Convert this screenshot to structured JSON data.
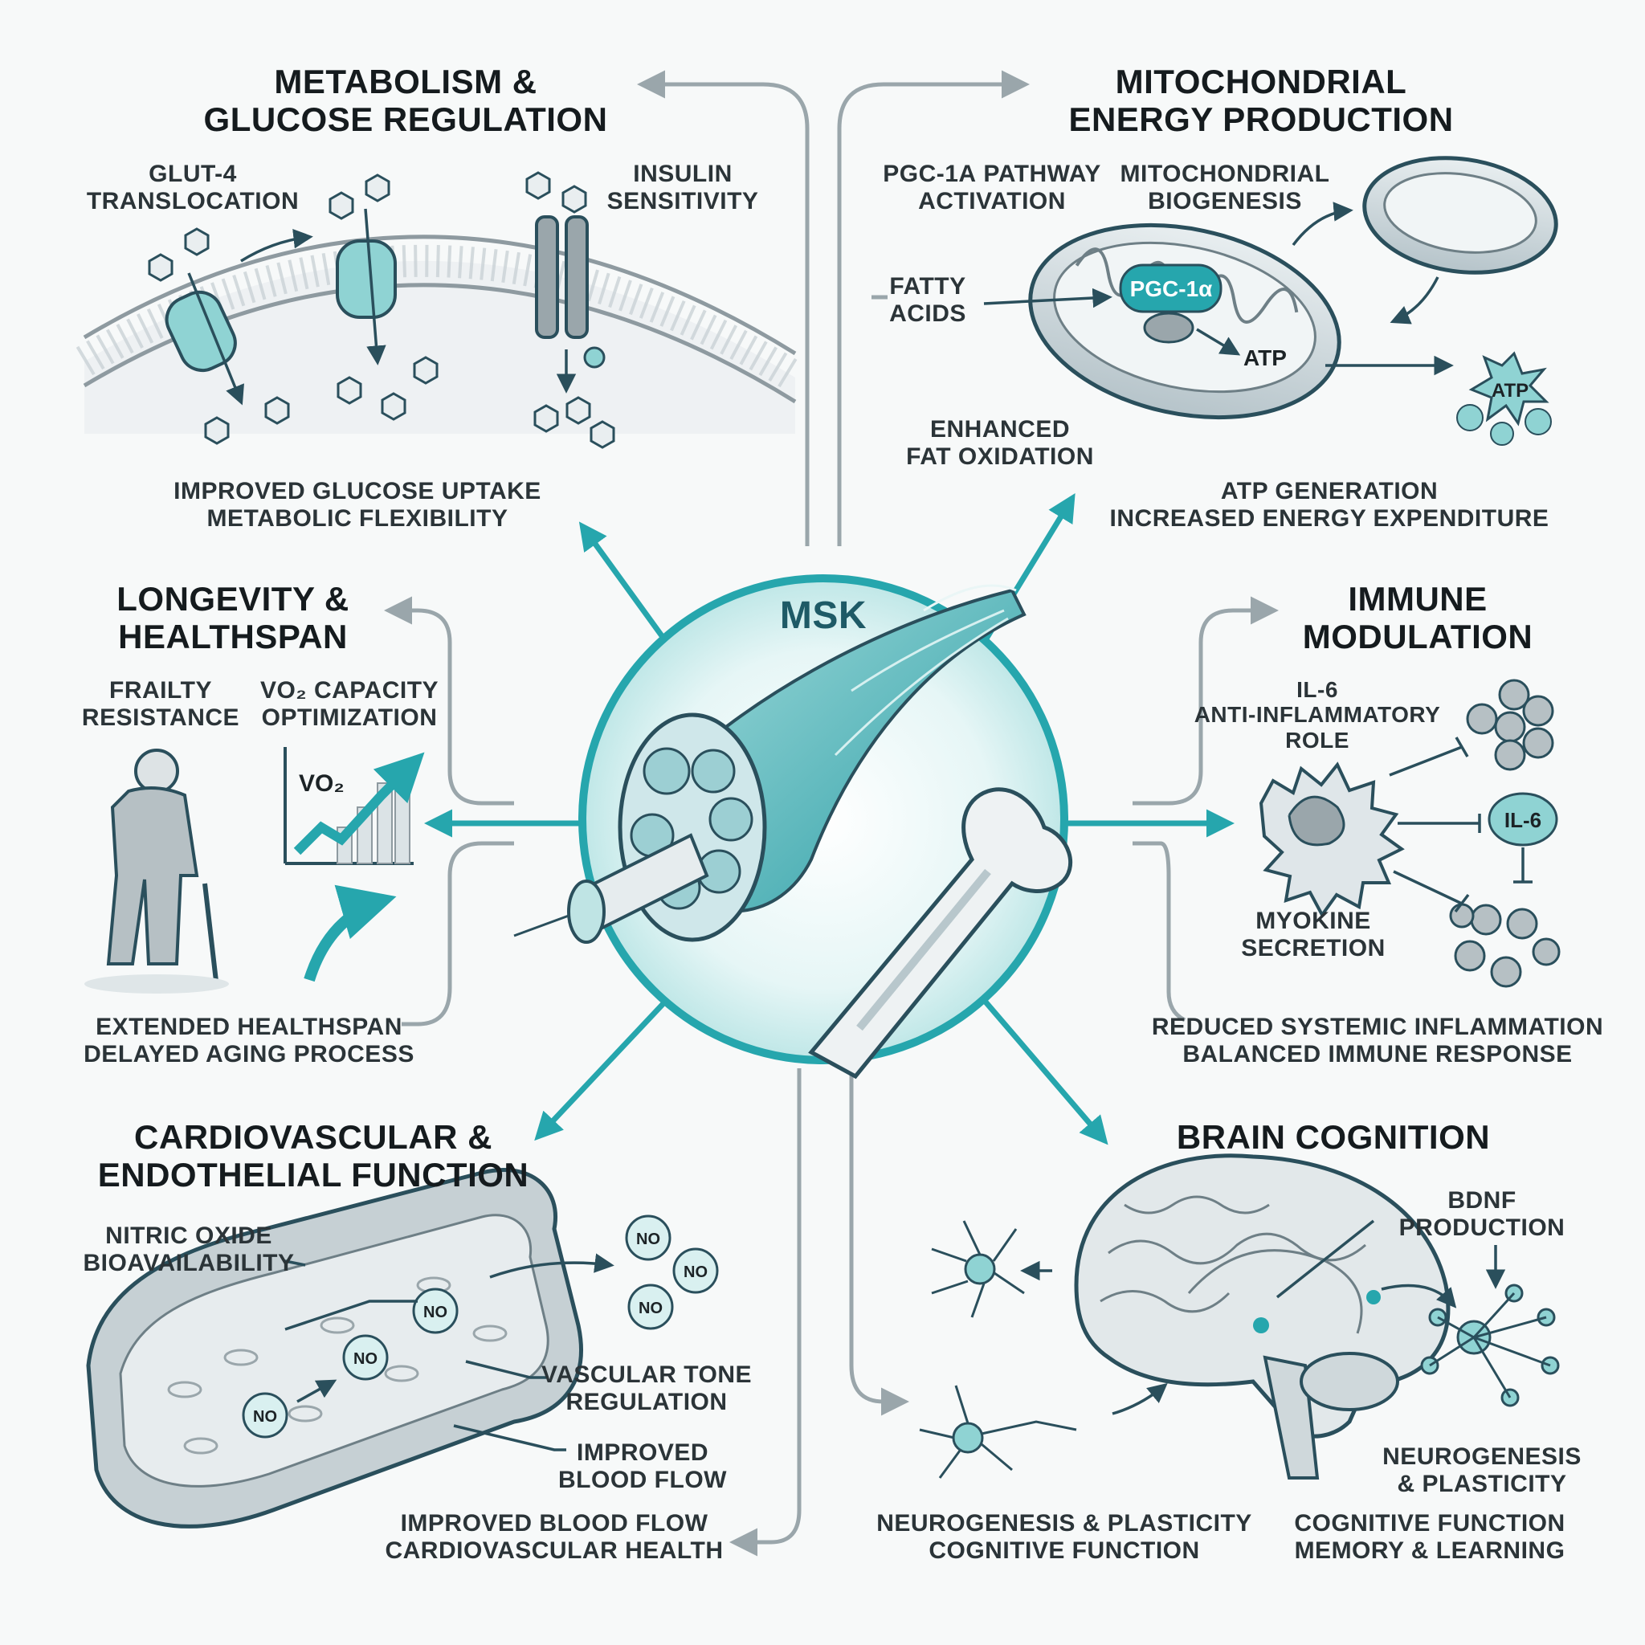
{
  "center": {
    "label": "MSK"
  },
  "panels": {
    "metabolism": {
      "title_l1": "METABOLISM &",
      "title_l2": "GLUCOSE REGULATION",
      "glut4_l1": "GLUT-4",
      "glut4_l2": "TRANSLOCATION",
      "insulin_l1": "INSULIN",
      "insulin_l2": "SENSITIVITY",
      "result_l1": "IMPROVED GLUCOSE UPTAKE",
      "result_l2": "METABOLIC FLEXIBILITY"
    },
    "mitochondria": {
      "title_l1": "MITOCHONDRIAL",
      "title_l2": "ENERGY PRODUCTION",
      "pgc_l1": "PGC-1α PATHWAY",
      "pgc_l2": "ACTIVATION",
      "bio_l1": "MITOCHONDRIAL",
      "bio_l2": "BIOGENESIS",
      "fatty_l1": "FATTY",
      "fatty_l2": "ACIDS",
      "pgc_tag": "PGC-1α",
      "atp_inner": "ATP",
      "atp_burst": "ATP",
      "fat_l1": "ENHANCED",
      "fat_l2": "FAT OXIDATION",
      "result_l1": "ATP GENERATION",
      "result_l2": "INCREASED ENERGY EXPENDITURE"
    },
    "longevity": {
      "title_l1": "LONGEVITY &",
      "title_l2": "HEALTHSPAN",
      "frailty_l1": "FRAILTY",
      "frailty_l2": "RESISTANCE",
      "vo2_l1": "VO₂ CAPACITY",
      "vo2_l2": "OPTIMIZATION",
      "vo2_chart": "VO₂",
      "result_l1": "EXTENDED HEALTHSPAN",
      "result_l2": "DELAYED AGING PROCESS"
    },
    "immune": {
      "title_l1": "IMMUNE",
      "title_l2": "MODULATION",
      "il6_l1": "IL-6",
      "il6_l2": "ANTI-INFLAMMATORY",
      "il6_l3": "ROLE",
      "il6_tag": "IL-6",
      "myokine_l1": "MYOKINE",
      "myokine_l2": "SECRETION",
      "result_l1": "REDUCED SYSTEMIC INFLAMMATION",
      "result_l2": "BALANCED IMMUNE RESPONSE"
    },
    "cardio": {
      "title_l1": "CARDIOVASCULAR &",
      "title_l2": "ENDOTHELIAL FUNCTION",
      "no_l1": "NITRIC OXIDE",
      "no_l2": "BIOAVAILABILITY",
      "no_tag": "NO",
      "tone_l1": "VASCULAR TONE",
      "tone_l2": "REGULATION",
      "flow_l1": "IMPROVED",
      "flow_l2": "BLOOD FLOW",
      "result_l1": "IMPROVED BLOOD FLOW",
      "result_l2": "CARDIOVASCULAR HEALTH"
    },
    "brain": {
      "title": "BRAIN COGNITION",
      "bdnf_l1": "BDNF",
      "bdnf_l2": "PRODUCTION",
      "neuro_l1": "NEUROGENESIS",
      "neuro_l2": "& PLASTICITY",
      "left_l1": "NEUROGENESIS & PLASTICITY",
      "left_l2": "COGNITIVE FUNCTION",
      "right_l1": "COGNITIVE FUNCTION",
      "right_l2": "MEMORY & LEARNING"
    }
  },
  "colors": {
    "teal": "#26a6ad",
    "teal_light": "#8fd3d3",
    "gray_line": "#9aa6ab",
    "dark_text": "#1c2326"
  }
}
